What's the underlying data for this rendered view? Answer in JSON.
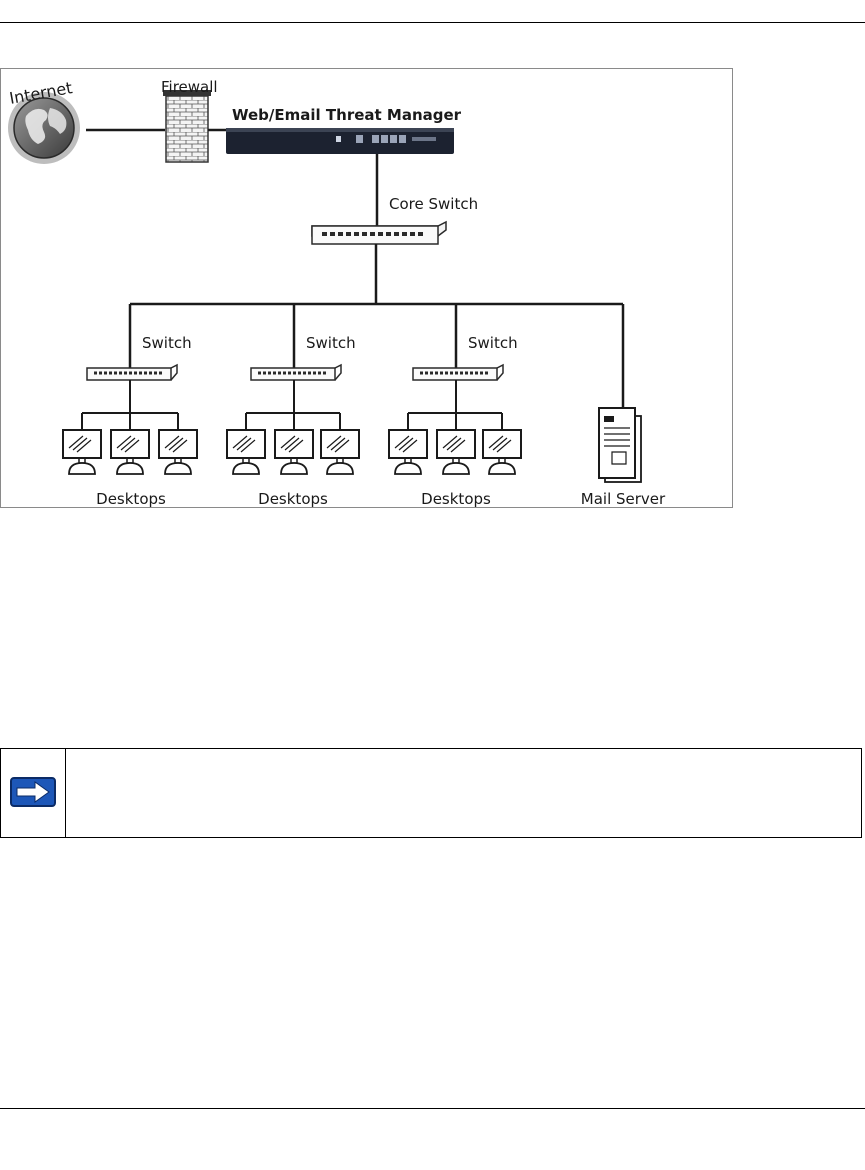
{
  "diagram": {
    "internet_label": "Internet",
    "firewall_label": "Firewall",
    "threat_manager_label": "Web/Email Threat Manager",
    "core_switch_label": "Core Switch",
    "switch_labels": [
      "Switch",
      "Switch",
      "Switch"
    ],
    "desktops_labels": [
      "Desktops",
      "Desktops",
      "Desktops"
    ],
    "mail_server_label": "Mail Server"
  },
  "note": {
    "icon": "arrow-right-icon",
    "text": ""
  },
  "colors": {
    "line": "#1a1a1a",
    "device_dark": "#1c2230",
    "note_icon_blue": "#1d57b8"
  }
}
